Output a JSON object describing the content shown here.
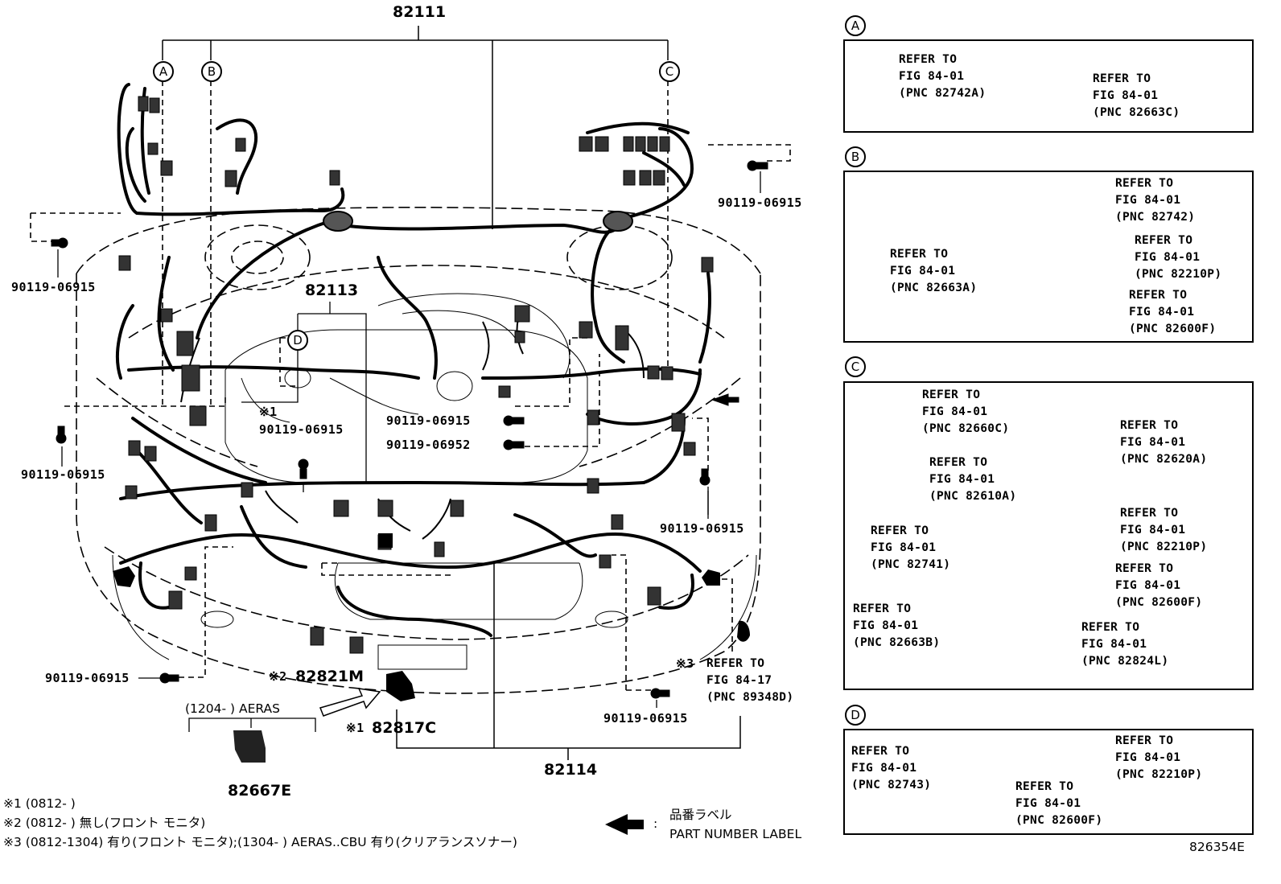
{
  "main": {
    "part_top": "82111",
    "part_center": "82113",
    "part_bottom": "82114",
    "part_82821": "82821M",
    "part_82817": "82817C",
    "part_82667": "82667E",
    "bolt_06915": "90119-06915",
    "bolt_06952": "90119-06952",
    "mark1": "※1",
    "mark2": "※2",
    "mark3": "※3",
    "aeras_label": "(1204-    ) AERAS",
    "refer_89348": "REFER TO\nFIG 84-17\n(PNC 89348D)"
  },
  "callouts": {
    "A": "A",
    "B": "B",
    "C": "C",
    "D": "D"
  },
  "panels": {
    "A": {
      "ref1": "REFER TO\nFIG 84-01\n(PNC 82742A)",
      "ref2": "REFER TO\nFIG 84-01\n(PNC 82663C)"
    },
    "B": {
      "ref1": "REFER TO\nFIG 84-01\n(PNC 82742)",
      "ref2": "REFER TO\nFIG 84-01\n(PNC 82663A)",
      "ref3": "REFER TO\nFIG 84-01\n(PNC 82210P)",
      "ref4": "REFER TO\nFIG 84-01\n(PNC 82600F)"
    },
    "C": {
      "ref1": "REFER TO\nFIG 84-01\n(PNC 82660C)",
      "ref2": "REFER TO\nFIG 84-01\n(PNC 82620A)",
      "ref3": "REFER TO\nFIG 84-01\n(PNC 82610A)",
      "ref4": "REFER TO\nFIG 84-01\n(PNC 82741)",
      "ref5": "REFER TO\nFIG 84-01\n(PNC 82210P)",
      "ref6": "REFER TO\nFIG 84-01\n(PNC 82600F)",
      "ref7": "REFER TO\nFIG 84-01\n(PNC 82663B)",
      "ref8": "REFER TO\nFIG 84-01\n(PNC 82824L)"
    },
    "D": {
      "ref1": "REFER TO\nFIG 84-01\n(PNC 82743)",
      "ref2": "REFER TO\nFIG 84-01\n(PNC 82210P)",
      "ref3": "REFER TO\nFIG 84-01\n(PNC 82600F)"
    }
  },
  "notes": {
    "n1": "※1 (0812-      )",
    "n2": "※2 (0812-      ) 無し(フロント モニタ)",
    "n3": "※3 (0812-1304) 有り(フロント モニタ);(1304-      ) AERAS..CBU 有り(クリアランスソナー)"
  },
  "legend": {
    "colon": ":",
    "jp": "品番ラベル",
    "en": "PART NUMBER LABEL"
  },
  "figure_id": "826354E"
}
